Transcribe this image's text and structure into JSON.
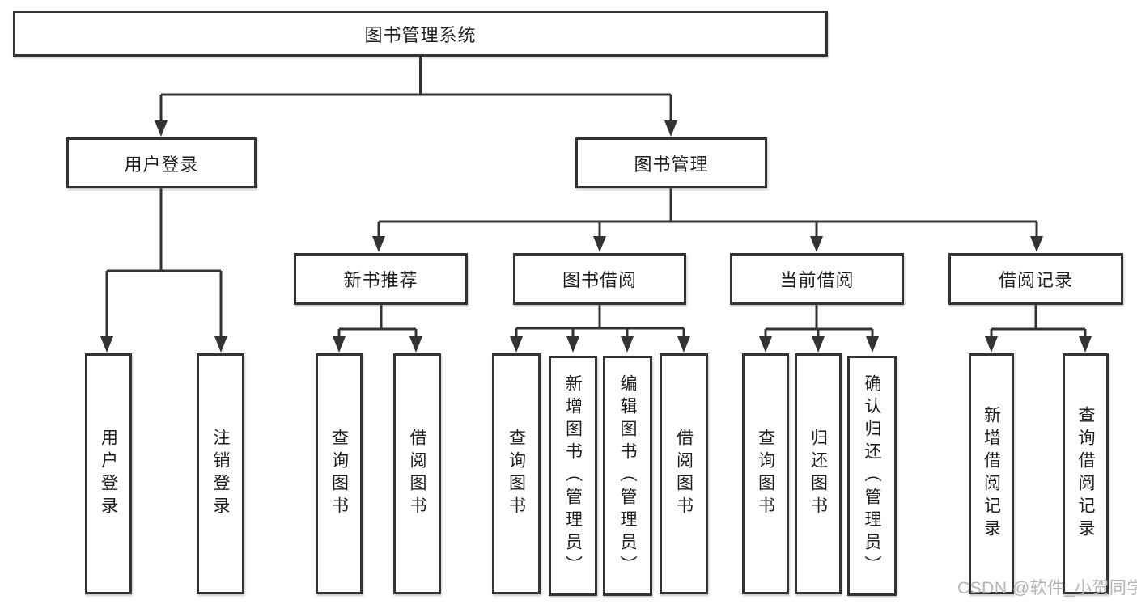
{
  "tree": {
    "root": {
      "label": "图书管理系统"
    },
    "branches": [
      {
        "label": "用户登录",
        "children": [
          {
            "label": "用户登录"
          },
          {
            "label": "注销登录"
          }
        ]
      },
      {
        "label": "图书管理",
        "groups": [
          {
            "label": "新书推荐",
            "children": [
              {
                "label": "查询图书"
              },
              {
                "label": "借阅图书"
              }
            ]
          },
          {
            "label": "图书借阅",
            "children": [
              {
                "label": "查询图书"
              },
              {
                "label": "新增图书（管理员）"
              },
              {
                "label": "编辑图书（管理员）"
              },
              {
                "label": "借阅图书"
              }
            ]
          },
          {
            "label": "当前借阅",
            "children": [
              {
                "label": "查询图书"
              },
              {
                "label": "归还图书"
              },
              {
                "label": "确认归还（管理员）"
              }
            ]
          },
          {
            "label": "借阅记录",
            "children": [
              {
                "label": "新增借阅记录"
              },
              {
                "label": "查询借阅记录"
              }
            ]
          }
        ]
      }
    ]
  },
  "watermark": {
    "text": "CSDN @软件_小贺同学"
  },
  "colors": {
    "line": "#333333",
    "box_border": "#333333",
    "box_background": "#ffffff",
    "text": "#1e1e1e",
    "watermark": "#b2b4b7"
  }
}
